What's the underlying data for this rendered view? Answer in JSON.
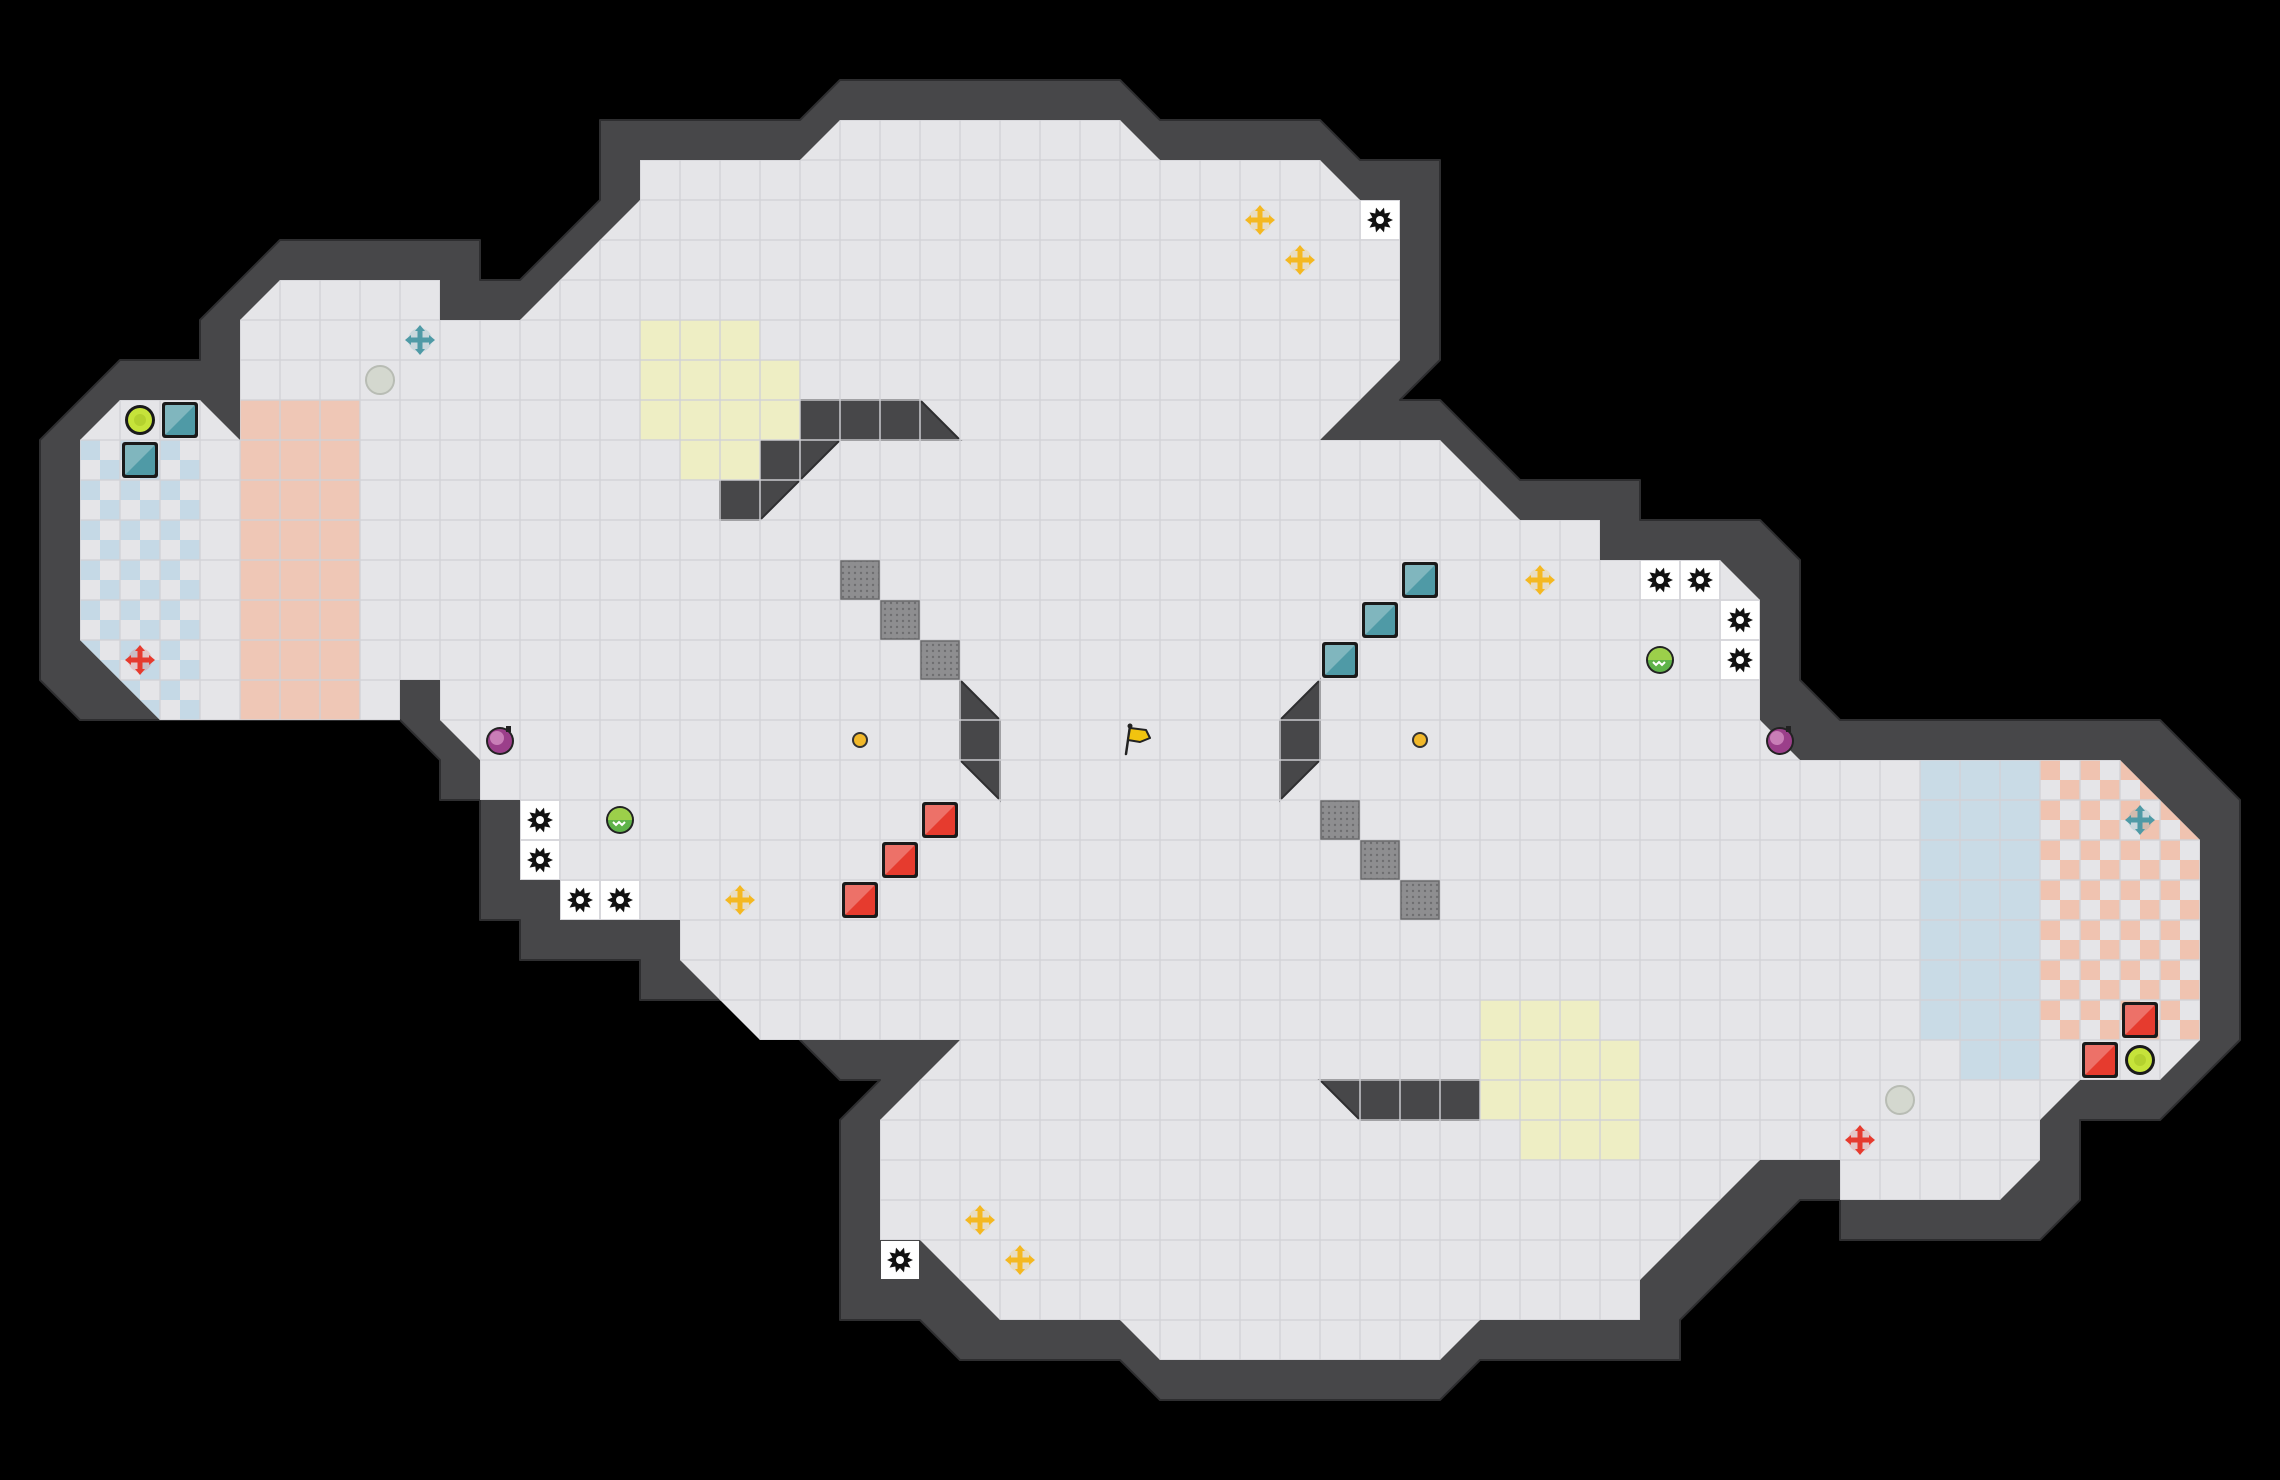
{
  "map": {
    "grid_cols": 57,
    "grid_rows": 37,
    "colors": {
      "background": "#000000",
      "wall": "#474749",
      "wall_edge": "#2e2e30",
      "floor": "#e5e5e8",
      "grid_line": "#d2d2d6",
      "team_blue": "#4f9aa6",
      "team_red": "#e63b2e",
      "blue_zone": "#c5d9e6",
      "red_zone": "#f0c3b0",
      "neutral_zone": "#eeeec4",
      "mine": "#8e8e90",
      "flag": "#f1c40f"
    },
    "neutral_flag": {
      "name": "neutral-flag",
      "col": 28,
      "row": 18
    }
  },
  "walls": [
    [
      [
        21,
        2
      ],
      [
        28,
        2
      ],
      [
        29,
        3
      ],
      [
        33,
        3
      ],
      [
        34,
        4
      ],
      [
        36,
        4
      ],
      [
        36,
        9
      ],
      [
        35,
        10
      ],
      [
        36,
        10
      ],
      [
        38,
        12
      ],
      [
        41,
        12
      ],
      [
        41,
        13
      ],
      [
        44,
        13
      ],
      [
        45,
        14
      ],
      [
        45,
        17
      ],
      [
        46,
        18
      ],
      [
        54,
        18
      ],
      [
        56,
        20
      ],
      [
        56,
        26
      ],
      [
        54,
        28
      ],
      [
        52,
        28
      ],
      [
        52,
        30
      ],
      [
        51,
        31
      ],
      [
        46,
        31
      ],
      [
        46,
        30
      ],
      [
        45,
        30
      ],
      [
        43,
        32
      ],
      [
        42,
        33
      ],
      [
        42,
        34
      ],
      [
        37,
        34
      ],
      [
        36,
        35
      ],
      [
        29,
        35
      ],
      [
        28,
        34
      ],
      [
        24,
        34
      ],
      [
        23,
        33
      ],
      [
        21,
        33
      ],
      [
        21,
        28
      ],
      [
        22,
        27
      ],
      [
        21,
        27
      ],
      [
        19,
        25
      ],
      [
        16,
        25
      ],
      [
        16,
        24
      ],
      [
        13,
        24
      ],
      [
        13,
        23
      ],
      [
        12,
        23
      ],
      [
        12,
        20
      ],
      [
        11,
        20
      ],
      [
        11,
        19
      ],
      [
        10,
        18
      ],
      [
        2,
        18
      ],
      [
        1,
        17
      ],
      [
        1,
        11
      ],
      [
        2,
        10
      ],
      [
        3,
        9
      ],
      [
        5,
        9
      ],
      [
        5,
        8
      ],
      [
        7,
        6
      ],
      [
        12,
        6
      ],
      [
        12,
        7
      ],
      [
        13,
        7
      ],
      [
        15,
        5
      ],
      [
        15,
        3
      ],
      [
        20,
        3
      ]
    ],
    [
      [
        18,
        10
      ],
      [
        23,
        10
      ],
      [
        24,
        11
      ],
      [
        21,
        11
      ],
      [
        19,
        13
      ],
      [
        18,
        13
      ]
    ],
    [
      [
        38,
        27
      ],
      [
        33,
        27
      ],
      [
        34,
        28
      ],
      [
        37,
        28
      ],
      [
        39,
        26
      ],
      [
        39,
        25
      ]
    ],
    [
      [
        24,
        17
      ],
      [
        25,
        18
      ],
      [
        25,
        20
      ],
      [
        24,
        19
      ]
    ],
    [
      [
        33,
        17
      ],
      [
        32,
        18
      ],
      [
        32,
        20
      ],
      [
        33,
        19
      ]
    ]
  ],
  "floor": [
    [
      [
        21,
        3
      ],
      [
        28,
        3
      ],
      [
        29,
        4
      ],
      [
        33,
        4
      ],
      [
        34,
        5
      ],
      [
        35,
        5
      ],
      [
        35,
        9
      ],
      [
        33,
        11
      ],
      [
        36,
        11
      ],
      [
        38,
        13
      ],
      [
        40,
        13
      ],
      [
        40,
        14
      ],
      [
        43,
        14
      ],
      [
        44,
        15
      ],
      [
        44,
        18
      ],
      [
        45,
        19
      ],
      [
        53,
        19
      ],
      [
        55,
        21
      ],
      [
        55,
        26
      ],
      [
        54,
        27
      ],
      [
        52,
        27
      ],
      [
        51,
        28
      ],
      [
        51,
        29
      ],
      [
        50,
        30
      ],
      [
        46,
        30
      ],
      [
        46,
        29
      ],
      [
        44,
        29
      ],
      [
        43,
        30
      ],
      [
        41,
        32
      ],
      [
        41,
        33
      ],
      [
        37,
        33
      ],
      [
        36,
        34
      ],
      [
        29,
        34
      ],
      [
        28,
        33
      ],
      [
        25,
        33
      ],
      [
        23,
        31
      ],
      [
        22,
        31
      ],
      [
        22,
        28
      ],
      [
        24,
        26
      ],
      [
        19,
        26
      ],
      [
        17,
        24
      ],
      [
        17,
        23
      ],
      [
        14,
        23
      ],
      [
        14,
        22
      ],
      [
        13,
        22
      ],
      [
        13,
        20
      ],
      [
        12,
        20
      ],
      [
        12,
        19
      ],
      [
        11,
        18
      ],
      [
        11,
        17
      ],
      [
        10,
        17
      ],
      [
        10,
        18
      ],
      [
        4,
        18
      ],
      [
        2,
        16
      ],
      [
        2,
        11
      ],
      [
        3,
        10
      ],
      [
        5,
        10
      ],
      [
        6,
        11
      ],
      [
        6,
        8
      ],
      [
        7,
        7
      ],
      [
        11,
        7
      ],
      [
        11,
        8
      ],
      [
        13,
        8
      ],
      [
        16,
        5
      ],
      [
        16,
        4
      ],
      [
        20,
        4
      ]
    ]
  ],
  "zones": {
    "blue": [
      [
        2,
        11
      ],
      [
        5,
        11
      ],
      [
        5,
        18
      ],
      [
        4,
        18
      ],
      [
        2,
        16
      ]
    ],
    "red_left": [
      [
        6,
        10
      ],
      [
        9,
        10
      ],
      [
        9,
        18
      ],
      [
        6,
        18
      ]
    ],
    "blue_right": [
      [
        48,
        19
      ],
      [
        51,
        19
      ],
      [
        51,
        27
      ],
      [
        49,
        27
      ],
      [
        49,
        26
      ],
      [
        48,
        26
      ]
    ],
    "red_right": [
      [
        51,
        19
      ],
      [
        53,
        19
      ],
      [
        55,
        21
      ],
      [
        55,
        26
      ],
      [
        54,
        26
      ],
      [
        51,
        26
      ]
    ],
    "neutral_top": [
      [
        16,
        8
      ],
      [
        19,
        8
      ],
      [
        19,
        9
      ],
      [
        20,
        9
      ],
      [
        20,
        11
      ],
      [
        19,
        11
      ],
      [
        19,
        12
      ],
      [
        17,
        12
      ],
      [
        17,
        11
      ],
      [
        16,
        11
      ]
    ],
    "neutral_bottom": [
      [
        37,
        25
      ],
      [
        40,
        25
      ],
      [
        40,
        26
      ],
      [
        41,
        26
      ],
      [
        41,
        29
      ],
      [
        38,
        29
      ],
      [
        38,
        28
      ],
      [
        37,
        28
      ]
    ]
  },
  "entities": [
    {
      "type": "crate",
      "team": "blue",
      "col": 35,
      "row": 14
    },
    {
      "type": "crate",
      "team": "blue",
      "col": 34,
      "row": 15
    },
    {
      "type": "crate",
      "team": "blue",
      "col": 33,
      "row": 16
    },
    {
      "type": "crate",
      "team": "blue",
      "col": 4,
      "row": 10
    },
    {
      "type": "crate",
      "team": "blue",
      "col": 3,
      "row": 11
    },
    {
      "type": "crate",
      "team": "red",
      "col": 23,
      "row": 20
    },
    {
      "type": "crate",
      "team": "red",
      "col": 22,
      "row": 21
    },
    {
      "type": "crate",
      "team": "red",
      "col": 21,
      "row": 22
    },
    {
      "type": "crate",
      "team": "red",
      "col": 53,
      "row": 25
    },
    {
      "type": "crate",
      "team": "red",
      "col": 52,
      "row": 26
    },
    {
      "type": "mine_block",
      "col": 21,
      "row": 14
    },
    {
      "type": "mine_block",
      "col": 22,
      "row": 15
    },
    {
      "type": "mine_block",
      "col": 23,
      "row": 16
    },
    {
      "type": "mine_block",
      "col": 33,
      "row": 20
    },
    {
      "type": "mine_block",
      "col": 34,
      "row": 21
    },
    {
      "type": "mine_block",
      "col": 35,
      "row": 22
    },
    {
      "type": "spike",
      "col": 34,
      "row": 5
    },
    {
      "type": "spike",
      "col": 41,
      "row": 14
    },
    {
      "type": "spike",
      "col": 42,
      "row": 14
    },
    {
      "type": "spike",
      "col": 43,
      "row": 15
    },
    {
      "type": "spike",
      "col": 43,
      "row": 16
    },
    {
      "type": "spike",
      "col": 13,
      "row": 20
    },
    {
      "type": "spike",
      "col": 13,
      "row": 21
    },
    {
      "type": "spike",
      "col": 14,
      "row": 22
    },
    {
      "type": "spike",
      "col": 15,
      "row": 22
    },
    {
      "type": "spike",
      "col": 22,
      "row": 31
    },
    {
      "type": "boost",
      "team": "neutral",
      "col": 31,
      "row": 5
    },
    {
      "type": "boost",
      "team": "neutral",
      "col": 32,
      "row": 6
    },
    {
      "type": "boost",
      "team": "neutral",
      "col": 38,
      "row": 14
    },
    {
      "type": "boost",
      "team": "neutral",
      "col": 18,
      "row": 22
    },
    {
      "type": "boost",
      "team": "neutral",
      "col": 24,
      "row": 30
    },
    {
      "type": "boost",
      "team": "neutral",
      "col": 25,
      "row": 31
    },
    {
      "type": "boost",
      "team": "blue",
      "col": 10,
      "row": 8
    },
    {
      "type": "boost",
      "team": "blue",
      "col": 53,
      "row": 20
    },
    {
      "type": "boost",
      "team": "red",
      "col": 3,
      "row": 16
    },
    {
      "type": "boost",
      "team": "red",
      "col": 46,
      "row": 28
    },
    {
      "type": "powerup",
      "col": 41,
      "row": 16
    },
    {
      "type": "powerup",
      "col": 15,
      "row": 20
    },
    {
      "type": "bomb",
      "col": 12,
      "row": 18
    },
    {
      "type": "bomb",
      "col": 44,
      "row": 18
    },
    {
      "type": "portal_inactive",
      "col": 9,
      "row": 9
    },
    {
      "type": "portal_inactive",
      "col": 47,
      "row": 27
    },
    {
      "type": "portal_active",
      "col": 3,
      "row": 10
    },
    {
      "type": "portal_active",
      "col": 53,
      "row": 26
    },
    {
      "type": "button",
      "col": 21,
      "row": 18
    },
    {
      "type": "button",
      "col": 35,
      "row": 18
    },
    {
      "type": "flag",
      "team": "neutral",
      "col": 28,
      "row": 18
    }
  ]
}
